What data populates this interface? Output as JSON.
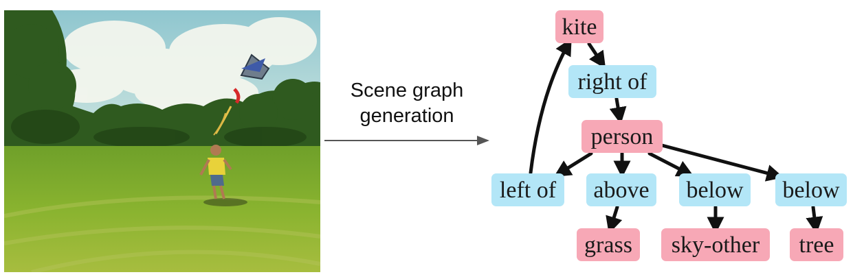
{
  "caption": {
    "line1": "Scene graph",
    "line2": "generation"
  },
  "colors": {
    "object_node": "#f7a8b6",
    "relation_node": "#b3e6f7",
    "edge": "#111111",
    "pipeline_arrow": "#555555"
  },
  "graph": {
    "nodes": {
      "kite": {
        "label": "kite",
        "kind": "object"
      },
      "right_of": {
        "label": "right of",
        "kind": "relation"
      },
      "person": {
        "label": "person",
        "kind": "object"
      },
      "left_of": {
        "label": "left of",
        "kind": "relation"
      },
      "above": {
        "label": "above",
        "kind": "relation"
      },
      "below_1": {
        "label": "below",
        "kind": "relation"
      },
      "below_2": {
        "label": "below",
        "kind": "relation"
      },
      "grass": {
        "label": "grass",
        "kind": "object"
      },
      "sky_other": {
        "label": "sky-other",
        "kind": "object"
      },
      "tree": {
        "label": "tree",
        "kind": "object"
      }
    },
    "edges": [
      [
        "kite",
        "right_of"
      ],
      [
        "right_of",
        "person"
      ],
      [
        "person",
        "left_of"
      ],
      [
        "person",
        "above"
      ],
      [
        "person",
        "below_1"
      ],
      [
        "person",
        "below_2"
      ],
      [
        "left_of",
        "kite"
      ],
      [
        "above",
        "grass"
      ],
      [
        "below_1",
        "sky_other"
      ],
      [
        "below_2",
        "tree"
      ]
    ]
  }
}
